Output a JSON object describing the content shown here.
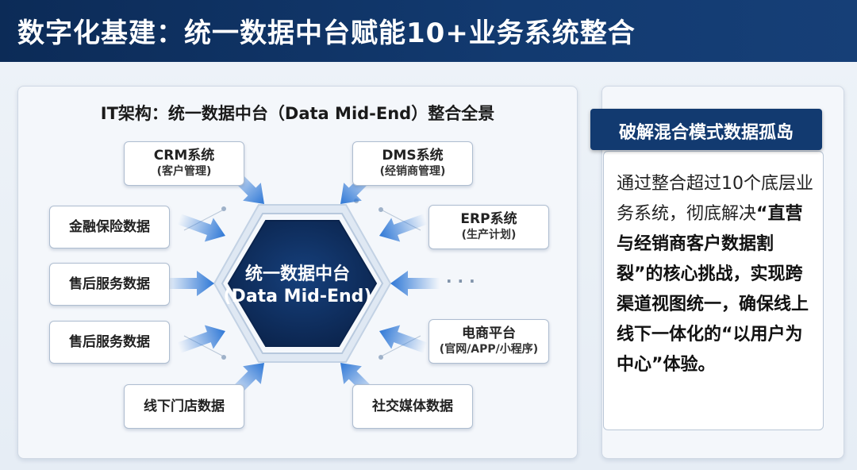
{
  "header": {
    "title": "数字化基建：统一数据中台赋能10+业务系统整合"
  },
  "diagram": {
    "title": "IT架构：统一数据中台（Data Mid-End）整合全景",
    "center": {
      "line1": "统一数据中台",
      "line2": "(Data Mid-End)"
    },
    "nodes": [
      {
        "label": "CRM系统",
        "sub": "(客户管理)"
      },
      {
        "label": "DMS系统",
        "sub": "(经销商管理)"
      },
      {
        "label": "金融保险数据",
        "sub": ""
      },
      {
        "label": "ERP系统",
        "sub": "(生产计划)"
      },
      {
        "label": "售后服务数据",
        "sub": ""
      },
      {
        "label": "售后服务数据",
        "sub": ""
      },
      {
        "label": "电商平台",
        "sub": "(官网/APP/小程序)"
      },
      {
        "label": "线下门店数据",
        "sub": ""
      },
      {
        "label": "社交媒体数据",
        "sub": ""
      }
    ],
    "ellipsis": "· · ·"
  },
  "sidebar": {
    "tag": "破解混合模式数据孤岛",
    "desc_part1": "通过整合超过10个底层业务系统，彻底解决",
    "desc_part2": "“直营与经销商客户数据割裂”的核心挑战，实现跨渠道视图统一，确保线上线下一体化的“以用户为中心”体验。"
  },
  "colors": {
    "header": "#0c2b57",
    "hex": "#0e2c5e",
    "arrow": "#2f78d6",
    "accent": "#123a70"
  }
}
